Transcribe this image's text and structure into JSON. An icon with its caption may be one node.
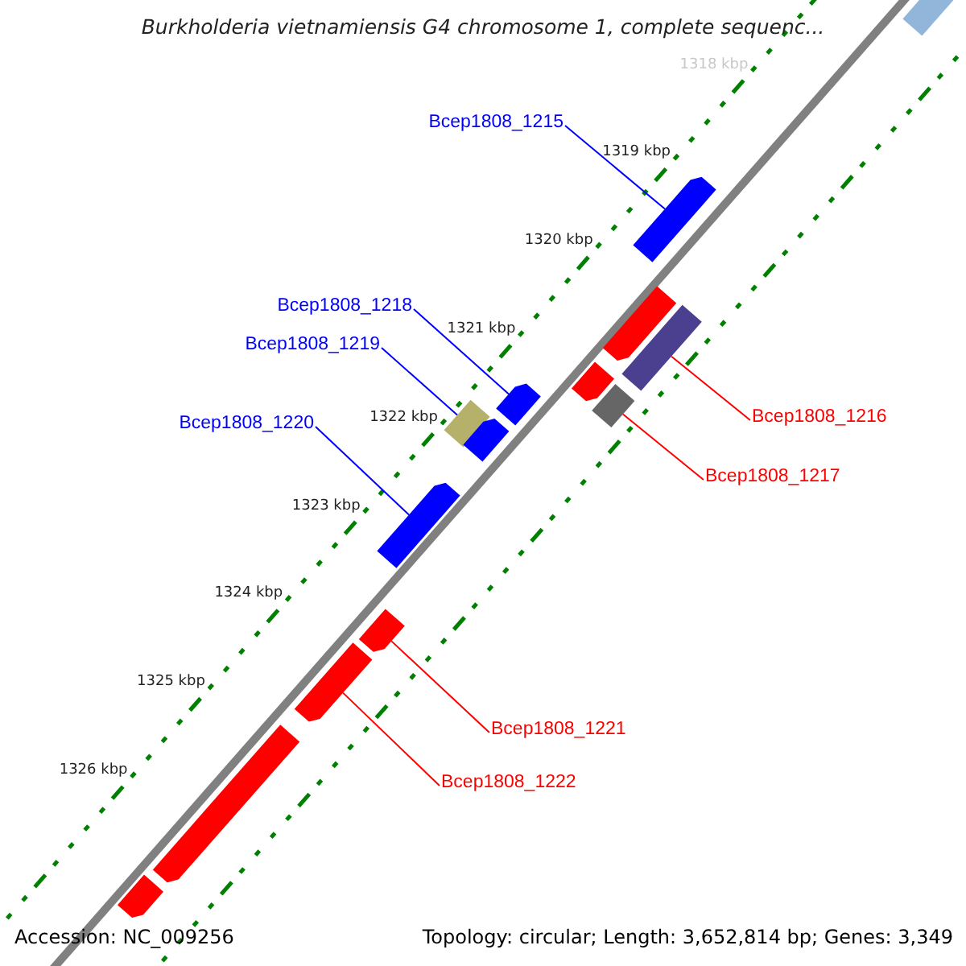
{
  "diagram": {
    "title": "Burkholderia vietnamiensis G4 chromosome 1, complete sequenc...",
    "nodes": [
      {
        "text": [
          "Bcep1808_1215"
        ]
      },
      {
        "text": [],
        "shape": "bar"
      },
      {
        "text": [
          "Bcep1808_1218"
        ]
      },
      {
        "text": [],
        "shape": "bar"
      },
      {
        "text": [
          "Bcep1808_1219"
        ]
      },
      {
        "text": [],
        "shape": "bar"
      },
      {
        "text": [
          "Bcep1808_1220"
        ]
      },
      {
        "text": [],
        "shape": "bar"
      },
      {
        "text": [
          "Bcep1808_1216"
        ]
      },
      {
        "text": [],
        "shape": "bar"
      },
      {
        "text": [
          "Bcep1808_1217"
        ]
      },
      {
        "text": [],
        "shape": "bar"
      },
      {
        "text": [
          "Bcep1808_1221"
        ]
      },
      {
        "text": [],
        "shape": "bar"
      },
      {
        "text": [
          "Bcep1808_1222"
        ]
      },
      {
        "text": [],
        "shape": "bar"
      },
      {
        "text": [],
        "shape": "bar"
      },
      {
        "text": [],
        "shape": "bar"
      },
      {
        "text": [],
        "shape": "bar"
      },
      {
        "text": [],
        "shape": "bar"
      },
      {
        "text": [],
        "shape": "bar"
      },
      {
        "text": [],
        "shape": "bar"
      }
    ],
    "edges": [
      {
        "from": 0,
        "to": 1,
        "arrow": "none",
        "color": "#0000ff"
      },
      {
        "from": 2,
        "to": 3,
        "arrow": "none",
        "color": "#0000ff"
      },
      {
        "from": 4,
        "to": 5,
        "arrow": "none",
        "color": "#0000ff"
      },
      {
        "from": 6,
        "to": 7,
        "arrow": "none",
        "color": "#0000ff"
      },
      {
        "from": 8,
        "to": 9,
        "arrow": "none",
        "color": "#ff0000"
      },
      {
        "from": 10,
        "to": 11,
        "arrow": "none",
        "color": "#ff0000"
      },
      {
        "from": 12,
        "to": 13,
        "arrow": "none",
        "color": "#ff0000"
      },
      {
        "from": 14,
        "to": 15,
        "arrow": "none",
        "color": "#ff0000"
      }
    ],
    "labels": [
      "1318 kbp",
      "1319 kbp",
      "1320 kbp",
      "1321 kbp",
      "1322 kbp",
      "1323 kbp",
      "1324 kbp",
      "1325 kbp",
      "1326 kbp",
      "Accession: NC_009256",
      "Topology: circular; Length: 3,652,814 bp; Genes: 3,349"
    ]
  }
}
